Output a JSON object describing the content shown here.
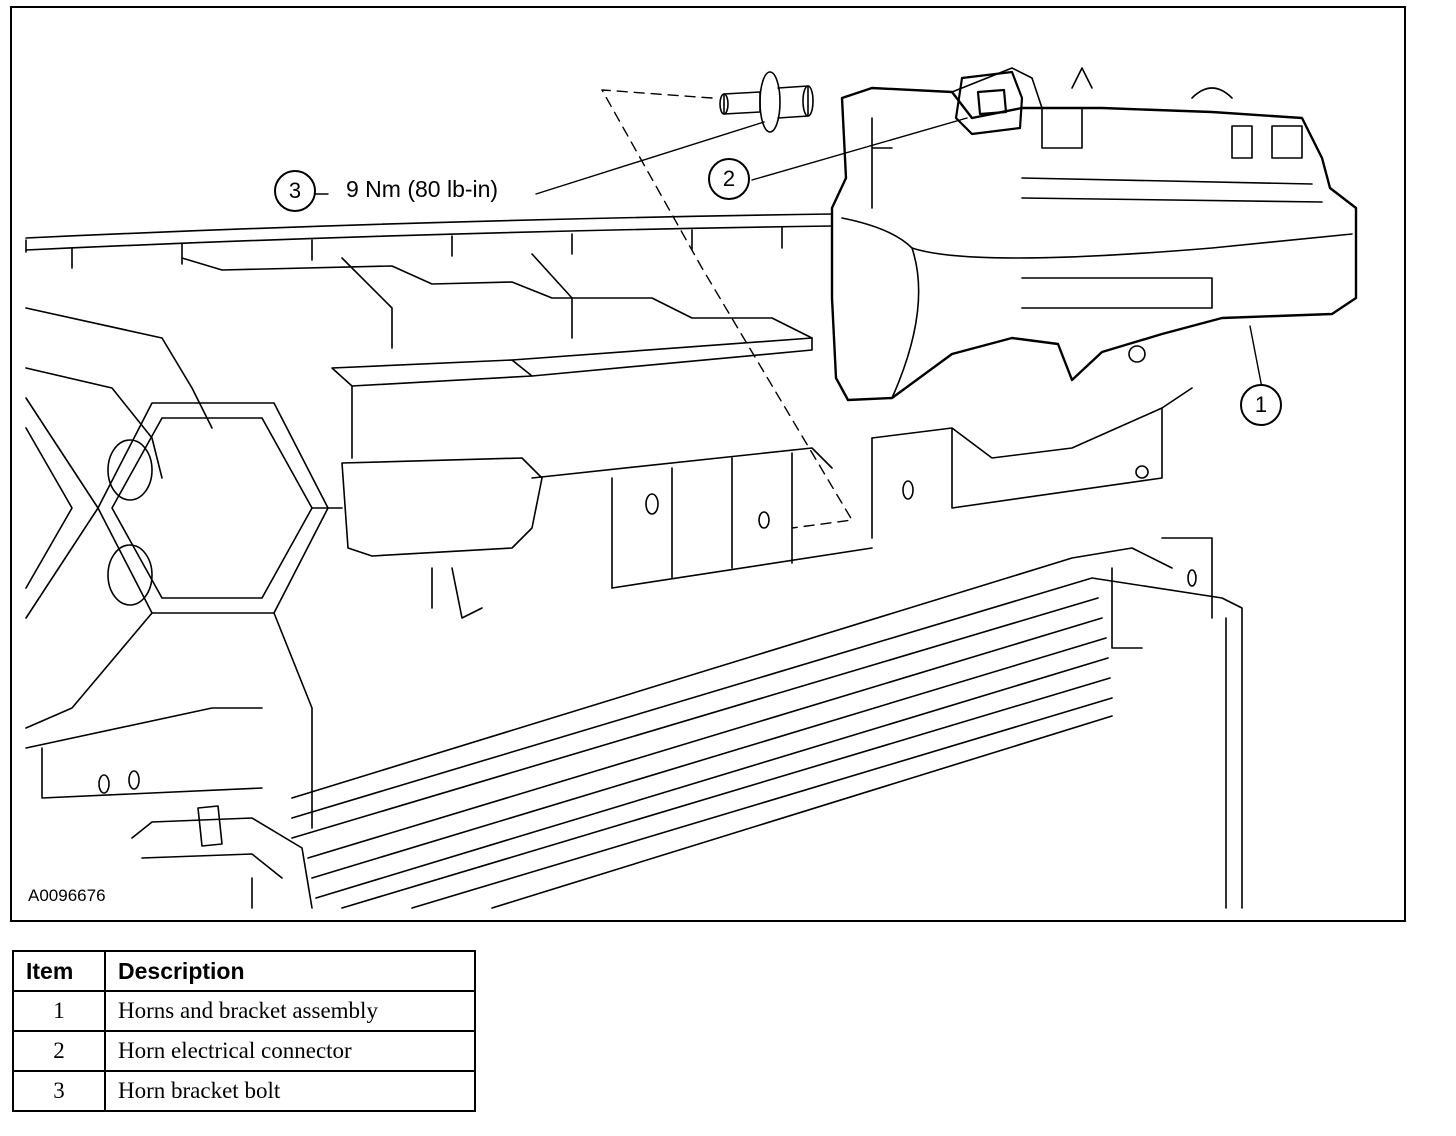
{
  "figure": {
    "id_label": "A0096676",
    "torque_spec": "9 Nm (80 lb-in)",
    "callouts": [
      {
        "number": "1"
      },
      {
        "number": "2"
      },
      {
        "number": "3"
      }
    ]
  },
  "legend": {
    "headers": {
      "item": "Item",
      "description": "Description"
    },
    "rows": [
      {
        "item": "1",
        "description": "Horns and bracket assembly"
      },
      {
        "item": "2",
        "description": "Horn electrical connector"
      },
      {
        "item": "3",
        "description": "Horn bracket bolt"
      }
    ]
  }
}
